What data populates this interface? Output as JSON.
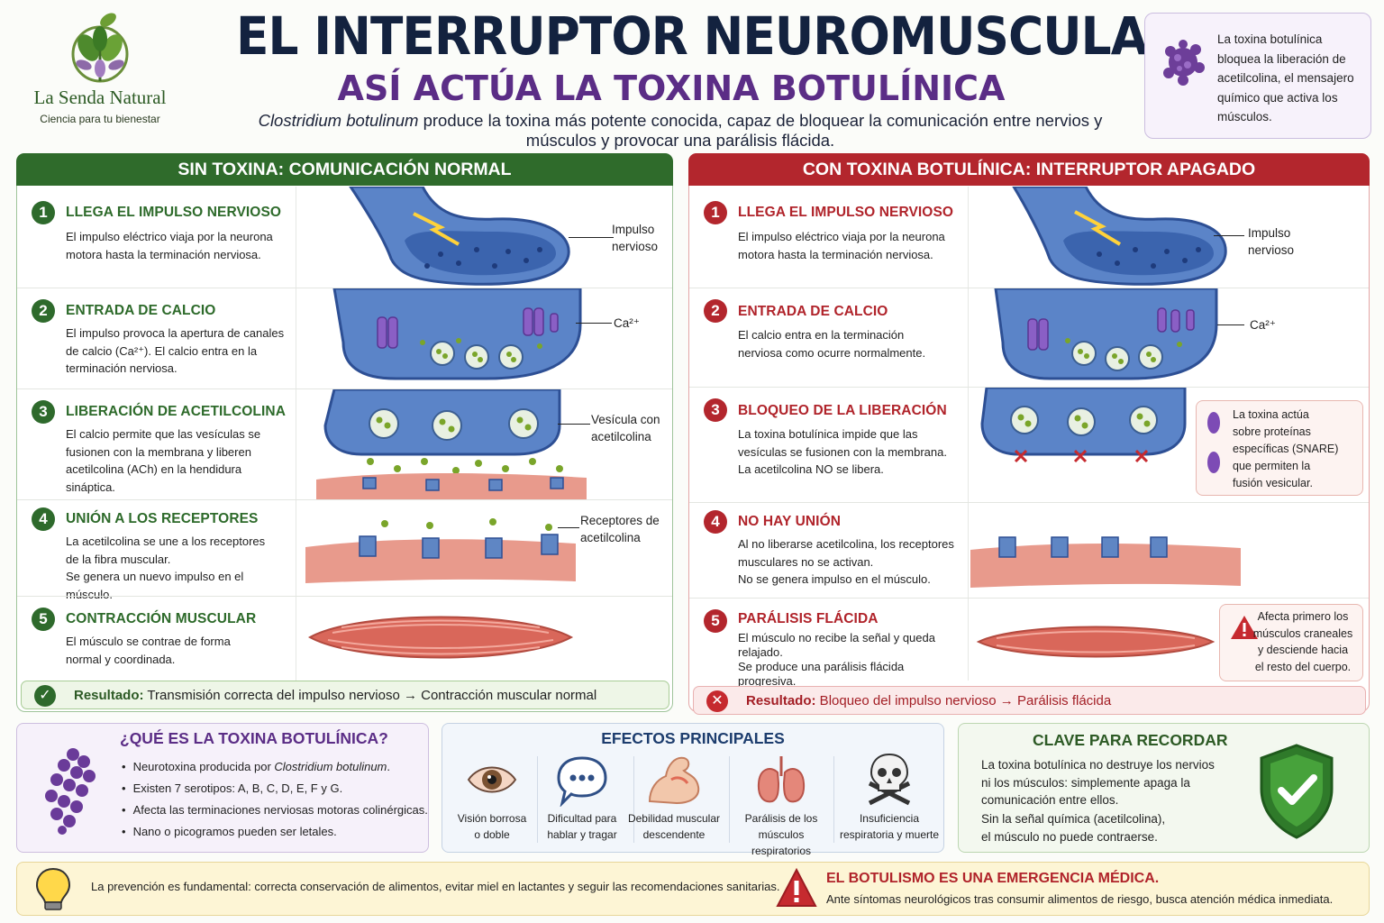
{
  "brand": {
    "name": "La Senda Natural",
    "tagline": "Ciencia para tu bienestar"
  },
  "header": {
    "title": "EL INTERRUPTOR NEUROMUSCULAR",
    "subtitle": "ASÍ ACTÚA LA TOXINA BOTULÍNICA",
    "intro_species": "Clostridium botulinum",
    "intro_rest": " produce la toxina más potente conocida, capaz de bloquear la comunicación entre nervios y músculos y provocar una parálisis flácida."
  },
  "info_box": {
    "text": "La toxina botulínica bloquea la liberación de acetilcolina, el mensajero químico que activa los músculos."
  },
  "left_panel": {
    "header": "SIN TOXINA: COMUNICACIÓN NORMAL",
    "steps": [
      {
        "num": "1",
        "title": "LLEGA EL IMPULSO NERVIOSO",
        "lines": [
          "El impulso eléctrico viaja por la neurona",
          "motora hasta la terminación nerviosa."
        ]
      },
      {
        "num": "2",
        "title": "ENTRADA DE CALCIO",
        "lines": [
          "El impulso provoca la apertura de canales",
          "de calcio (Ca²⁺). El calcio entra en la",
          "terminación nerviosa."
        ]
      },
      {
        "num": "3",
        "title": "LIBERACIÓN DE ACETILCOLINA",
        "lines": [
          "El calcio permite que las vesículas se",
          "fusionen con la membrana y liberen",
          "acetilcolina (ACh) en la hendidura",
          "sináptica."
        ]
      },
      {
        "num": "4",
        "title": "UNIÓN A LOS RECEPTORES",
        "lines": [
          "La acetilcolina se une a los receptores",
          "de la fibra muscular.",
          "Se genera un nuevo impulso en el",
          "músculo."
        ]
      },
      {
        "num": "5",
        "title": "CONTRACCIÓN MUSCULAR",
        "lines": [
          "El músculo se contrae de forma",
          "normal y coordinada."
        ]
      }
    ],
    "callouts": {
      "impulse": [
        "Impulso",
        "nervioso"
      ],
      "calcium": "Ca²⁺",
      "vesicle": [
        "Vesícula con",
        "acetilcolina"
      ],
      "receptors": [
        "Receptores de",
        "acetilcolina"
      ]
    },
    "result_label": "Resultado:",
    "result_text": " Transmisión correcta del impulso nervioso → Contracción muscular normal",
    "result_icon": "check-icon"
  },
  "right_panel": {
    "header": "CON TOXINA BOTULÍNICA: INTERRUPTOR APAGADO",
    "steps": [
      {
        "num": "1",
        "title": "LLEGA EL IMPULSO NERVIOSO",
        "lines": [
          "El impulso eléctrico viaja por la neurona",
          "motora hasta la terminación nerviosa."
        ]
      },
      {
        "num": "2",
        "title": "ENTRADA DE CALCIO",
        "lines": [
          "El calcio entra en la terminación",
          "nerviosa como ocurre normalmente."
        ]
      },
      {
        "num": "3",
        "title": "BLOQUEO DE LA LIBERACIÓN",
        "lines": [
          "La toxina botulínica impide que las",
          "vesículas se fusionen con la membrana.",
          "La acetilcolina NO se libera."
        ]
      },
      {
        "num": "4",
        "title": "NO HAY UNIÓN",
        "lines": [
          "Al no liberarse acetilcolina, los receptores",
          "musculares no se activan.",
          "No se genera impulso en el músculo."
        ]
      },
      {
        "num": "5",
        "title": "PARÁLISIS FLÁCIDA",
        "lines": [
          "El músculo no recibe la señal y queda",
          "relajado.",
          "Se produce una parálisis flácida",
          "progresiva."
        ]
      }
    ],
    "callouts": {
      "impulse": [
        "Impulso",
        "nervioso"
      ],
      "calcium": "Ca²⁺"
    },
    "snare_note": [
      "La toxina actúa",
      "sobre proteínas",
      "específicas (SNARE)",
      "que permiten la",
      "fusión vesicular."
    ],
    "cranial_note": [
      "Afecta primero los",
      "músculos craneales",
      "y desciende hacia",
      "el resto del cuerpo."
    ],
    "result_label": "Resultado:",
    "result_text": " Bloqueo del impulso nervioso → Parálisis flácida",
    "result_icon": "x-icon"
  },
  "what_is": {
    "title": "¿QUÉ ES LA TOXINA BOTULÍNICA?",
    "items": [
      {
        "pre": "Neurotoxina producida por ",
        "italic": "Clostridium botulinum",
        "post": "."
      },
      {
        "pre": "Existen 7 serotipos: A, B, C, D, E, F y G.",
        "italic": "",
        "post": ""
      },
      {
        "pre": "Afecta las terminaciones nerviosas motoras colinérgicas.",
        "italic": "",
        "post": ""
      },
      {
        "pre": "Nano o picogramos pueden ser letales.",
        "italic": "",
        "post": ""
      }
    ]
  },
  "effects": {
    "title": "EFECTOS PRINCIPALES",
    "items": [
      {
        "icon": "eye-icon",
        "lines": [
          "Visión borrosa",
          "o doble"
        ]
      },
      {
        "icon": "speech-bubble-icon",
        "lines": [
          "Dificultad para",
          "hablar y tragar"
        ]
      },
      {
        "icon": "arm-muscle-icon",
        "lines": [
          "Debilidad muscular",
          "descendente"
        ]
      },
      {
        "icon": "lungs-icon",
        "lines": [
          "Parálisis de los",
          "músculos respiratorios"
        ]
      },
      {
        "icon": "skull-icon",
        "lines": [
          "Insuficiencia",
          "respiratoria y muerte"
        ]
      }
    ]
  },
  "key": {
    "title": "CLAVE PARA RECORDAR",
    "para1": [
      "La toxina botulínica no destruye los nervios",
      "ni los músculos: simplemente apaga la",
      "comunicación entre ellos."
    ],
    "para2": [
      "Sin la señal química (acetilcolina),",
      "el músculo no puede contraerse."
    ]
  },
  "footer": {
    "prevention": "La prevención es fundamental: correcta conservación de alimentos, evitar miel en lactantes y seguir las recomendaciones sanitarias.",
    "emergency_title": "EL BOTULISMO ES UNA EMERGENCIA MÉDICA.",
    "emergency_text": "Ante síntomas neurológicos tras consumir alimentos de riesgo, busca atención médica inmediata."
  },
  "colors": {
    "green": "#2f6b2b",
    "red": "#b3262d",
    "navy": "#13223f",
    "purple": "#5b2d86"
  }
}
